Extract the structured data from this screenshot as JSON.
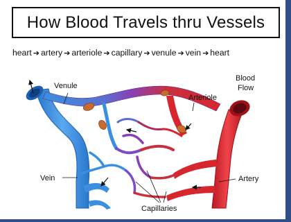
{
  "title": "How Blood Travels thru Vessels",
  "sequence": {
    "steps": [
      "heart",
      "artery",
      "arteriole",
      "capillary",
      "venule",
      "vein",
      "heart"
    ],
    "arrow_glyph": "➔"
  },
  "labels": {
    "venule": "Venule",
    "arteriole": "Arteriole",
    "blood_flow_line1": "Blood",
    "blood_flow_line2": "Flow",
    "vein": "Vein",
    "artery": "Artery",
    "capillaries": "Capillaries"
  },
  "colors": {
    "vein": "#3a8fe0",
    "vein_dark": "#1f5fb0",
    "artery": "#d8262f",
    "artery_dark": "#9e1119",
    "capillary_mix": "#8a3fb5",
    "sphincter": "#c96a2e",
    "frame": "#2f4f86"
  }
}
